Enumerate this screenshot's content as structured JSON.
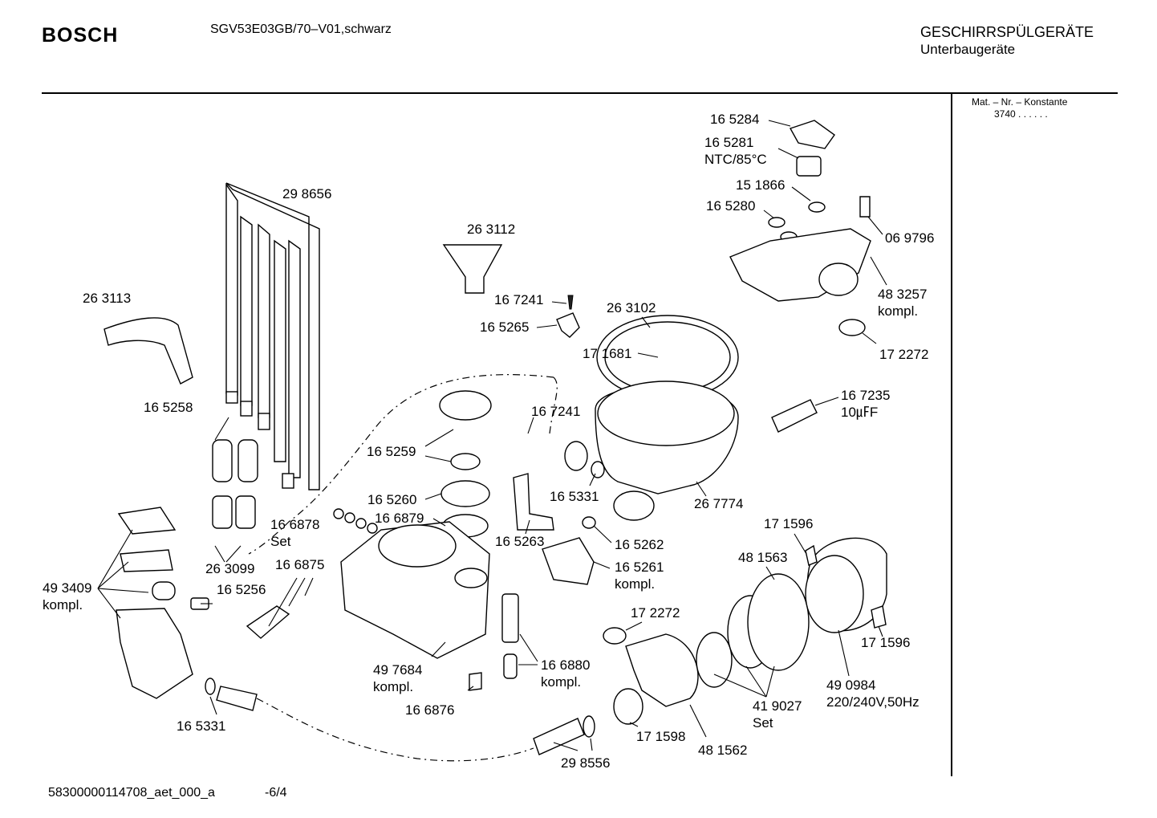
{
  "header": {
    "brand": "BOSCH",
    "model": "SGV53E03GB/70–V01,schwarz",
    "category": "GESCHIRRSPÜLGERÄTE",
    "subcategory": "Unterbaugeräte"
  },
  "side_panel": {
    "mat_label": "Mat. – Nr. – Konstante",
    "mat_value": "3740 .  .  .  .  .  ."
  },
  "footer": {
    "doc_id": "58300000114708_aet_000_a",
    "page": "-6/4"
  },
  "parts": [
    {
      "lines": [
        "16 5284"
      ]
    },
    {
      "lines": [
        "16 5281",
        "NTC/85°C"
      ]
    },
    {
      "lines": [
        "15 1866"
      ]
    },
    {
      "lines": [
        "16 5280"
      ]
    },
    {
      "lines": [
        "06 9796"
      ]
    },
    {
      "lines": [
        "48 3257",
        "kompl."
      ]
    },
    {
      "lines": [
        "17 2272"
      ]
    },
    {
      "lines": [
        "16 7235",
        "10㎌F"
      ]
    },
    {
      "lines": [
        "29 8656"
      ]
    },
    {
      "lines": [
        "26 3112"
      ]
    },
    {
      "lines": [
        "26 3113"
      ]
    },
    {
      "lines": [
        "16 7241"
      ]
    },
    {
      "lines": [
        "16 5265"
      ]
    },
    {
      "lines": [
        "26 3102"
      ]
    },
    {
      "lines": [
        "17 1681"
      ]
    },
    {
      "lines": [
        "16 5258"
      ]
    },
    {
      "lines": [
        "16 7241"
      ]
    },
    {
      "lines": [
        "16 5259"
      ]
    },
    {
      "lines": [
        "16 5331"
      ]
    },
    {
      "lines": [
        "26 7774"
      ]
    },
    {
      "lines": [
        "16 5260"
      ]
    },
    {
      "lines": [
        "16 6879"
      ]
    },
    {
      "lines": [
        "16 6878",
        "Set"
      ]
    },
    {
      "lines": [
        "16 5263"
      ]
    },
    {
      "lines": [
        "16 5262"
      ]
    },
    {
      "lines": [
        "17 1596"
      ]
    },
    {
      "lines": [
        "48 1563"
      ]
    },
    {
      "lines": [
        "26 3099"
      ]
    },
    {
      "lines": [
        "16 6875"
      ]
    },
    {
      "lines": [
        "16 5261",
        "kompl."
      ]
    },
    {
      "lines": [
        "49 3409",
        "kompl."
      ]
    },
    {
      "lines": [
        "16 5256"
      ]
    },
    {
      "lines": [
        "17 2272"
      ]
    },
    {
      "lines": [
        "17 1596"
      ]
    },
    {
      "lines": [
        "49 7684",
        "kompl."
      ]
    },
    {
      "lines": [
        "16 6880",
        "kompl."
      ]
    },
    {
      "lines": [
        "49 0984",
        "220/240V,50Hz"
      ]
    },
    {
      "lines": [
        "41 9027",
        "Set"
      ]
    },
    {
      "lines": [
        "16 6876"
      ]
    },
    {
      "lines": [
        "16 5331"
      ]
    },
    {
      "lines": [
        "17 1598"
      ]
    },
    {
      "lines": [
        "48 1562"
      ]
    },
    {
      "lines": [
        "29 8556"
      ]
    }
  ]
}
